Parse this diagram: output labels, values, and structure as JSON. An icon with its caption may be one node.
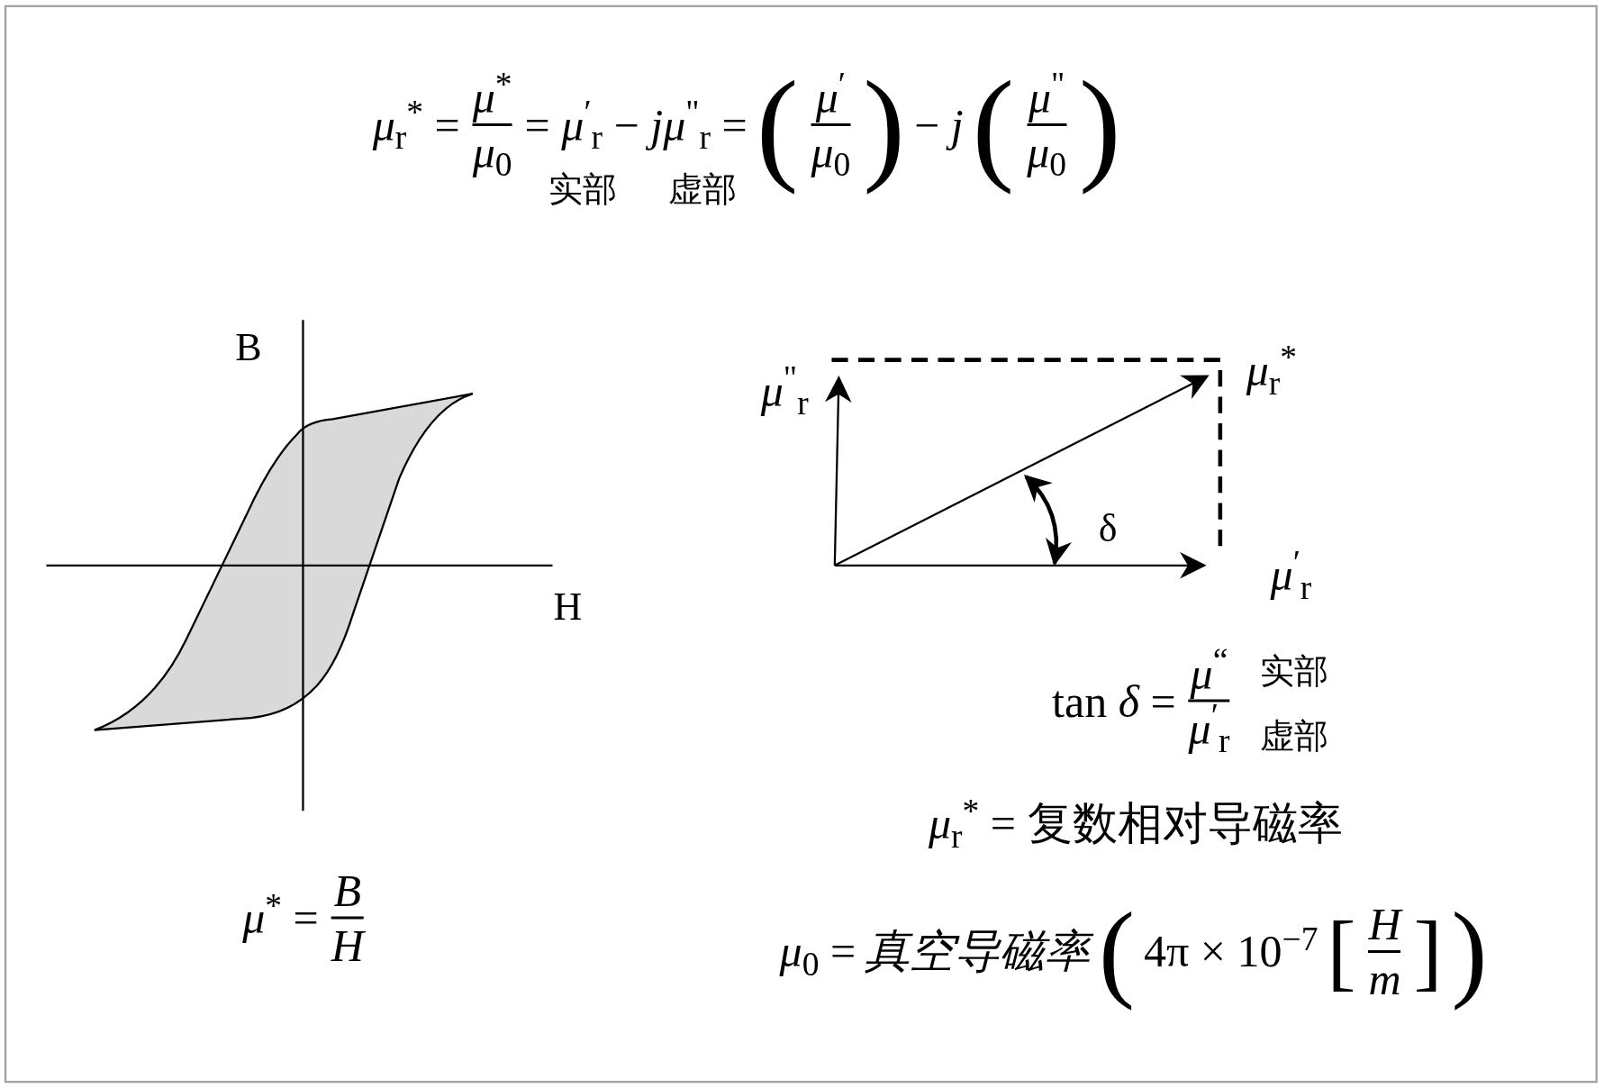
{
  "diagram": {
    "labels": [
      "*μ*$_{r}$$^{*}$ =",
      "*μ*$^{*}$",
      "*μ*$_{0}$",
      "= *μ*$^{′}$$_{r}$ − *jμ*$^{\"}$$_{r}$ =",
      "(",
      "*μ*$^{′}$",
      "*μ*$_{0}$",
      ")",
      "− *j*",
      "(",
      "*μ*$^{\"}$",
      "*μ*$_{0}$",
      ")",
      "实部",
      "虚部",
      "B",
      "H",
      "*μ*$^{\"}$$_{r}$",
      "*μ*$_{r}$$^{*}$",
      "δ",
      "*μ*$^{′}$$_{r}$",
      "tan *δ* =",
      "*μ*$^{“}$",
      "实部",
      "*μ*$^{′}$$_{r}$",
      "虚部",
      "*μ*$_{r}$$^{*}$ = 复数相对导磁率",
      "*μ*$^{*}$ =",
      "B",
      "H",
      "*μ*$_{0}$ =",
      "真空导磁率",
      "(",
      "4π × 10$^{−7}$",
      "[",
      "H",
      "m",
      "]",
      ")"
    ]
  }
}
